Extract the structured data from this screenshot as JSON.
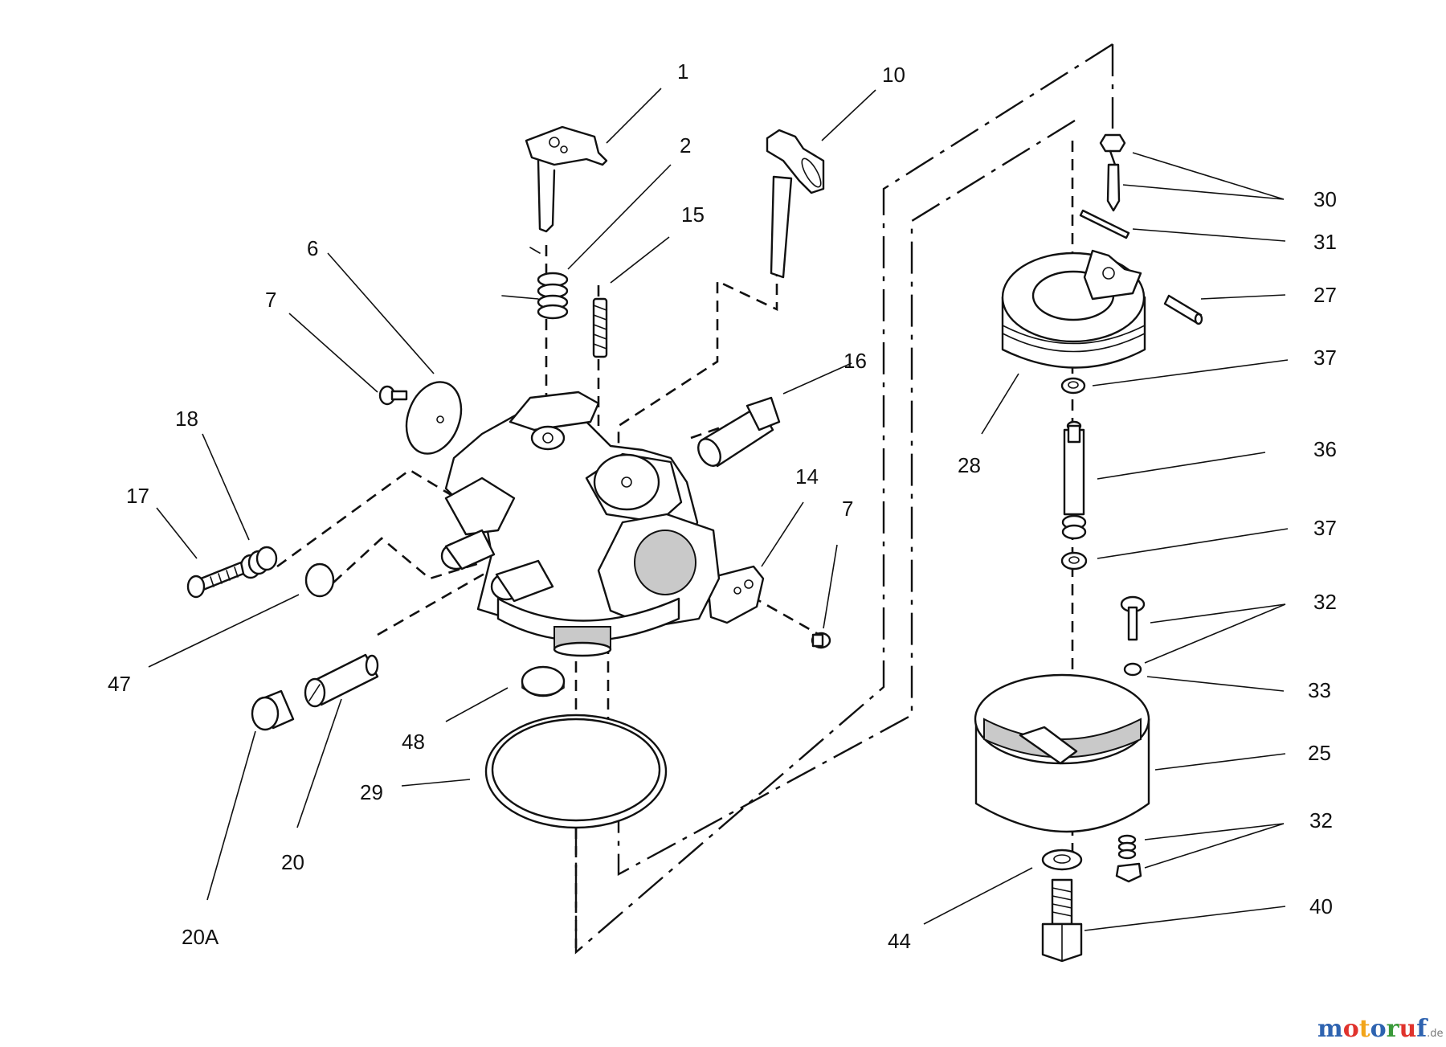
{
  "callouts": [
    {
      "id": "c1",
      "text": "1"
    },
    {
      "id": "c2",
      "text": "2"
    },
    {
      "id": "c10",
      "text": "10"
    },
    {
      "id": "c15",
      "text": "15"
    },
    {
      "id": "c6",
      "text": "6"
    },
    {
      "id": "c7a",
      "text": "7"
    },
    {
      "id": "c16",
      "text": "16"
    },
    {
      "id": "c18",
      "text": "18"
    },
    {
      "id": "c17",
      "text": "17"
    },
    {
      "id": "c14",
      "text": "14"
    },
    {
      "id": "c7b",
      "text": "7"
    },
    {
      "id": "c47",
      "text": "47"
    },
    {
      "id": "c48",
      "text": "48"
    },
    {
      "id": "c29",
      "text": "29"
    },
    {
      "id": "c20",
      "text": "20"
    },
    {
      "id": "c20a",
      "text": "20A"
    },
    {
      "id": "c30",
      "text": "30"
    },
    {
      "id": "c31",
      "text": "31"
    },
    {
      "id": "c27",
      "text": "27"
    },
    {
      "id": "c37a",
      "text": "37"
    },
    {
      "id": "c28",
      "text": "28"
    },
    {
      "id": "c36",
      "text": "36"
    },
    {
      "id": "c37b",
      "text": "37"
    },
    {
      "id": "c32a",
      "text": "32"
    },
    {
      "id": "c33",
      "text": "33"
    },
    {
      "id": "c25",
      "text": "25"
    },
    {
      "id": "c32b",
      "text": "32"
    },
    {
      "id": "c40",
      "text": "40"
    },
    {
      "id": "c44",
      "text": "44"
    }
  ],
  "watermark": {
    "letters": [
      "m",
      "o",
      "t",
      "o",
      "r",
      "u",
      "f"
    ],
    "colors": [
      "#2e63b0",
      "#e0332d",
      "#f2a51a",
      "#2e63b0",
      "#3a9a3a",
      "#e0332d",
      "#2e63b0"
    ],
    "suffix": ".de"
  }
}
